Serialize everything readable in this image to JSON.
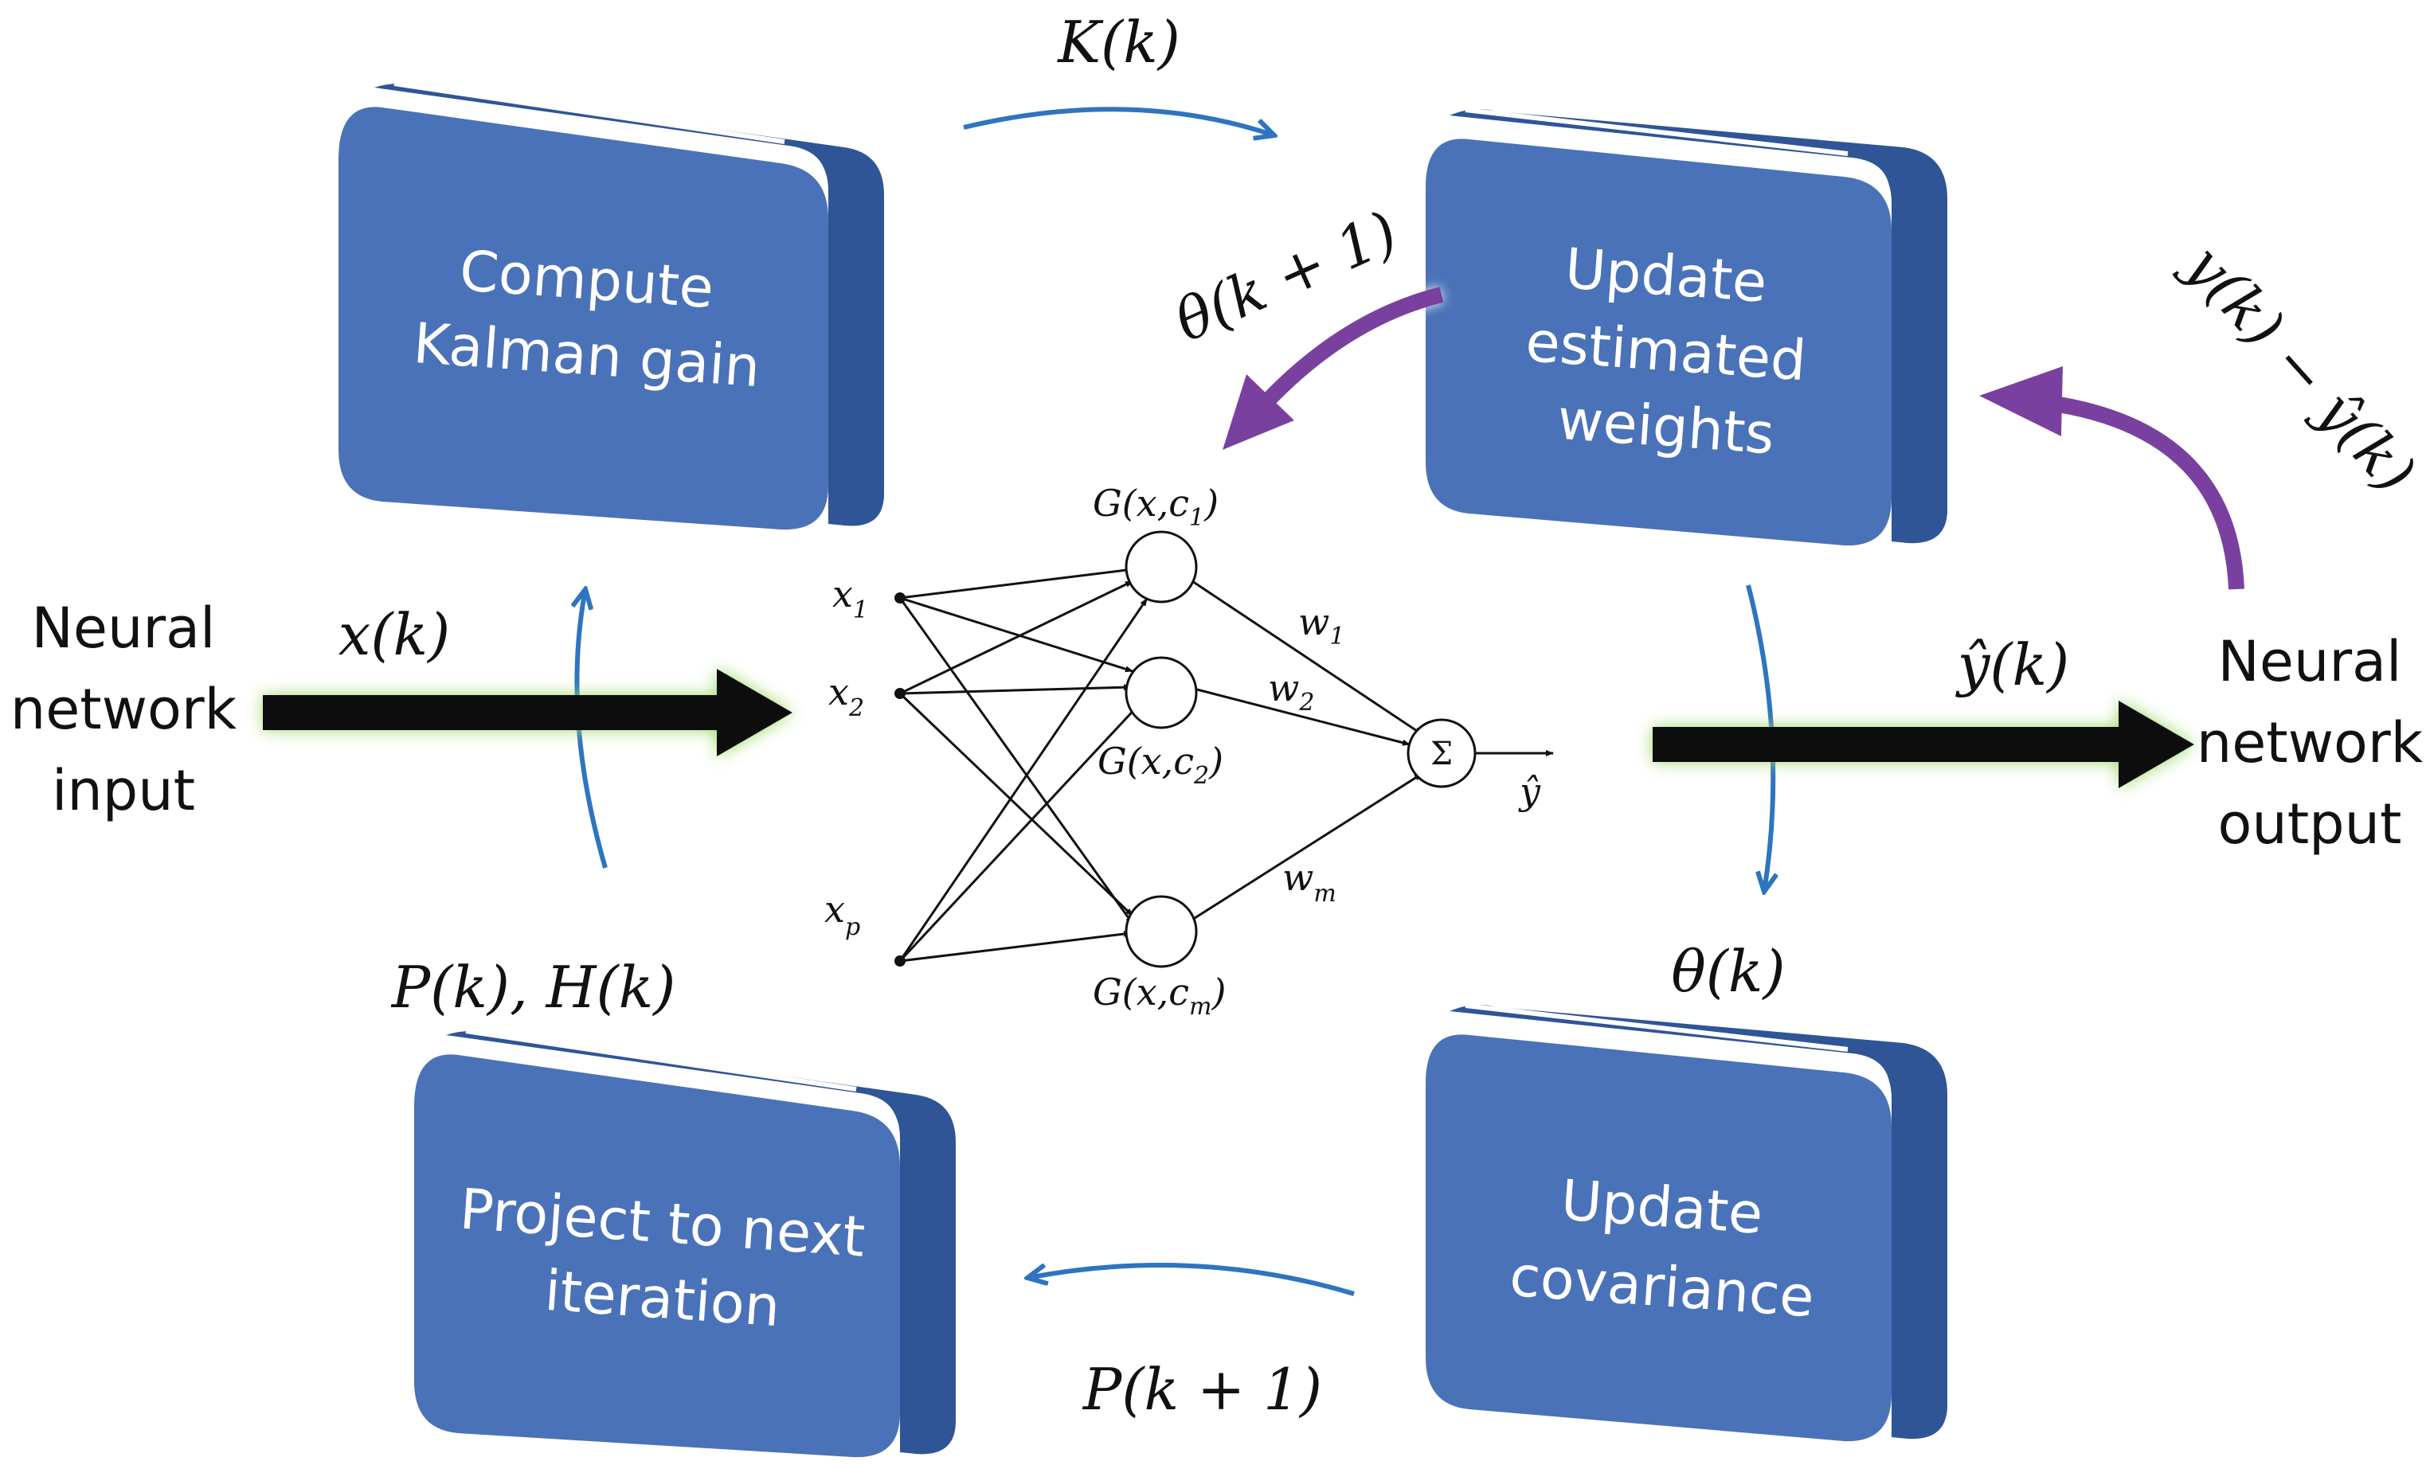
{
  "boxes": {
    "kalman": {
      "line1": "Compute",
      "line2": "Kalman gain"
    },
    "weights": {
      "line1": "Update",
      "line2": "estimated",
      "line3": "weights"
    },
    "covariance": {
      "line1": "Update",
      "line2": "covariance"
    },
    "project": {
      "line1": "Project to next",
      "line2": "iteration"
    }
  },
  "edge_labels": {
    "gain": "K(k)",
    "theta_next": "θ(k + 1)",
    "error": "y(k) − ŷ(k)",
    "theta": "θ(k)",
    "cov_next": "P(k + 1)",
    "projection": "P(k), H(k)",
    "input_signal": "x(k)",
    "output_signal": "ŷ(k)"
  },
  "side_labels": {
    "input": {
      "line1": "Neural",
      "line2": "network",
      "line3": "input"
    },
    "output": {
      "line1": "Neural",
      "line2": "network",
      "line3": "output"
    }
  },
  "network": {
    "inputs": [
      {
        "base": "x",
        "sub": "1"
      },
      {
        "base": "x",
        "sub": "2"
      },
      {
        "base": "x",
        "sub": "p"
      }
    ],
    "nodes": [
      {
        "prefix": "G(x,c",
        "sub": "1",
        "suffix": ")"
      },
      {
        "prefix": "G(x,c",
        "sub": "2",
        "suffix": ")"
      },
      {
        "prefix": "G(x,c",
        "sub": "m",
        "suffix": ")"
      }
    ],
    "weights": [
      {
        "base": "w",
        "sub": "1"
      },
      {
        "base": "w",
        "sub": "2"
      },
      {
        "base": "w",
        "sub": "m"
      }
    ],
    "sum_symbol": "Σ",
    "output": "ŷ"
  },
  "colors": {
    "box_face": "#4a72b8",
    "box_side": "#2f5596",
    "box_edge": "#ffffff",
    "flow_arrow": "#2f74c0",
    "update_arrow": "#7a3fa0",
    "signal_arrow": "#111111",
    "signal_glow": "#9fd86a"
  }
}
